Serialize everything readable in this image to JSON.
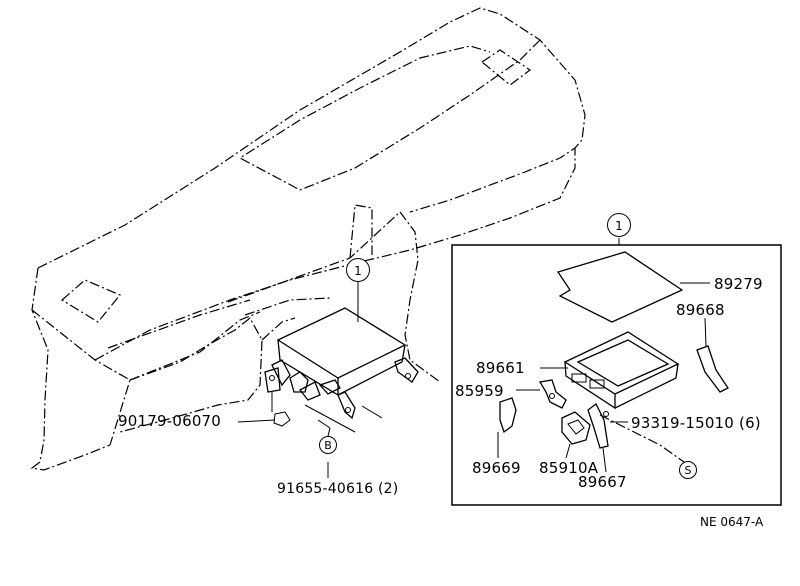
{
  "diagram": {
    "reference_code": "NE 0647-A",
    "callouts": {
      "main_assembly": "1",
      "detail_header": "1",
      "marker_b": "B",
      "marker_s": "S"
    },
    "part_labels": {
      "bolt_left": "90179-06070",
      "screw_bottom": "91655-40616 (2)",
      "cover": "89279",
      "bracket_right": "89668",
      "computer": "89661",
      "bracket_a": "85959",
      "bracket_b": "89669",
      "relay": "85910A",
      "bracket_c": "89667",
      "screw_right": "93319-15010 (6)"
    }
  }
}
